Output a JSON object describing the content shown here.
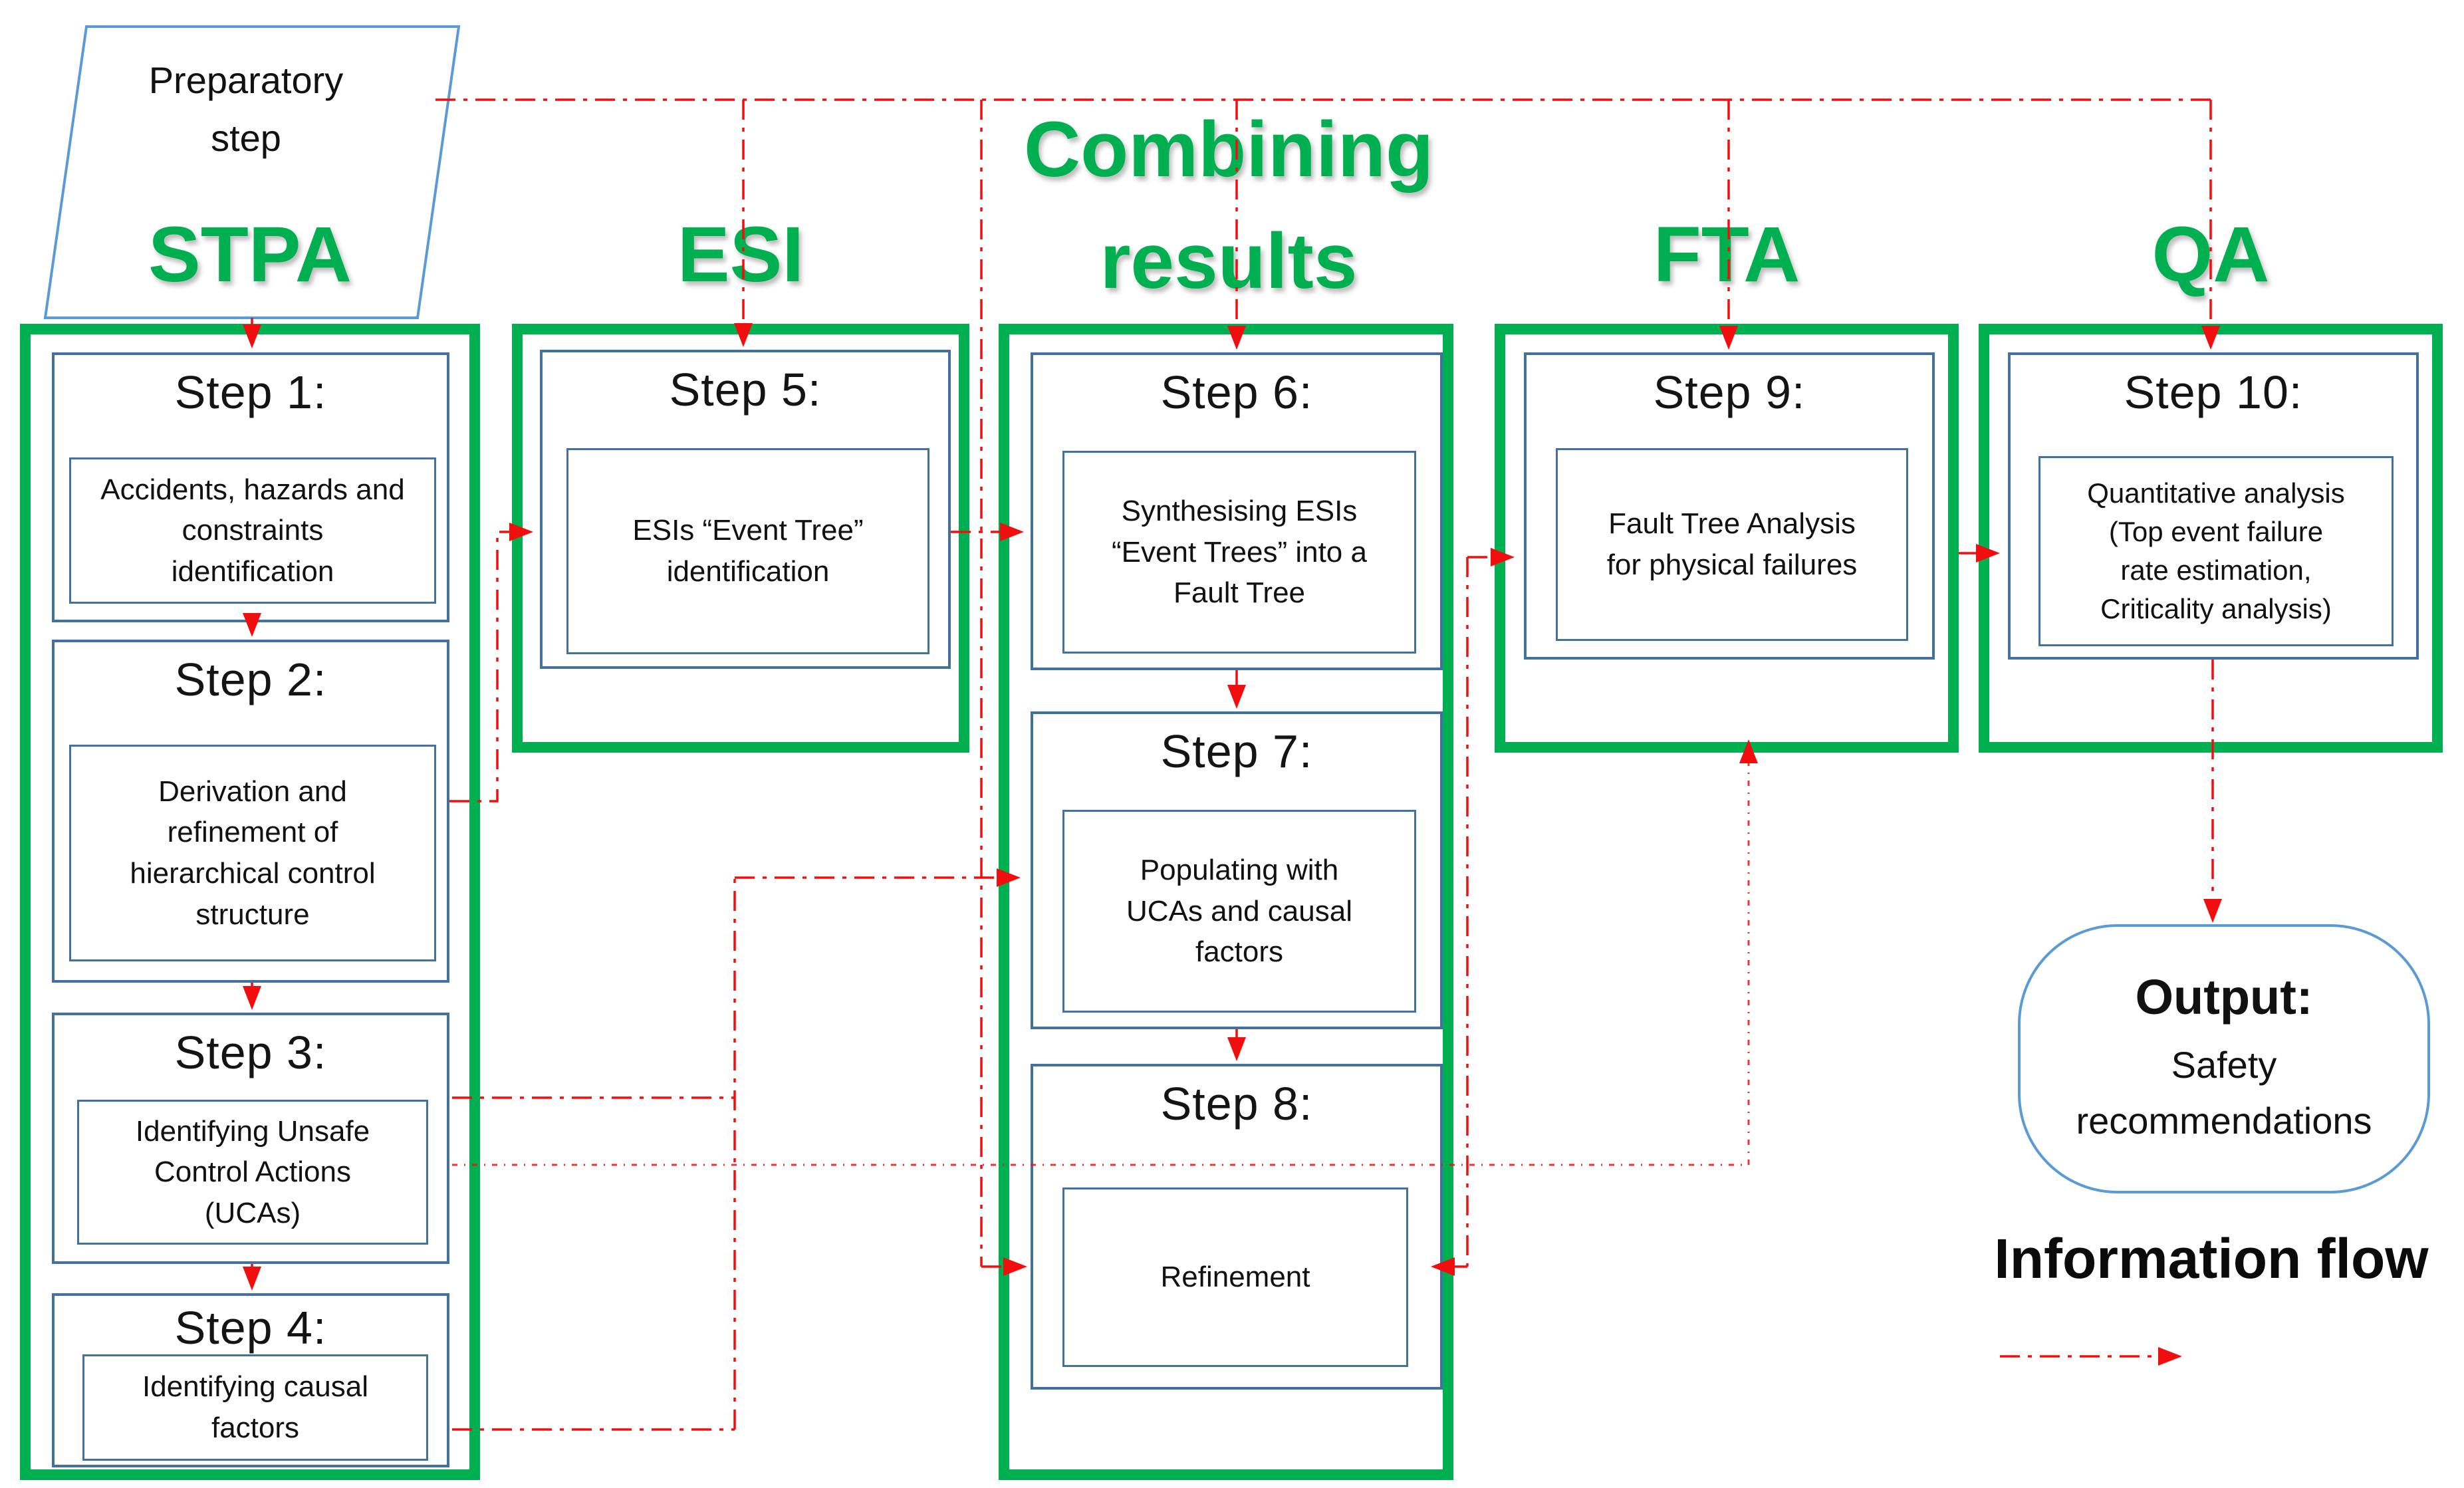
{
  "colors": {
    "green": "#00b050",
    "red": "#f10e0e",
    "border_dark": "#41719c",
    "border_light": "#5b9bd5",
    "text": "#000000"
  },
  "prep": {
    "label": "Preparatory step"
  },
  "groups": [
    {
      "header": "STPA",
      "steps": [
        {
          "title": "Step 1:",
          "body": "Accidents, hazards and\nconstraints\nidentification"
        },
        {
          "title": "Step 2:",
          "body": "Derivation and\nrefinement of\nhierarchical control\nstructure"
        },
        {
          "title": "Step 3:",
          "body": "Identifying Unsafe\nControl Actions\n(UCAs)"
        },
        {
          "title": "Step 4:",
          "body": "Identifying causal\nfactors"
        }
      ]
    },
    {
      "header": "ESI",
      "steps": [
        {
          "title": "Step 5:",
          "body": "ESIs “Event Tree”\nidentification"
        }
      ]
    },
    {
      "header": "Combining results",
      "steps": [
        {
          "title": "Step 6:",
          "body": "Synthesising ESIs\n“Event Trees” into a\nFault Tree"
        },
        {
          "title": "Step 7:",
          "body": "Populating with\nUCAs and causal\nfactors"
        },
        {
          "title": "Step 8:",
          "body": "Refinement"
        }
      ]
    },
    {
      "header": "FTA",
      "steps": [
        {
          "title": "Step 9:",
          "body": "Fault Tree Analysis\nfor physical failures"
        }
      ]
    },
    {
      "header": "QA",
      "steps": [
        {
          "title": "Step 10:",
          "body": "Quantitative analysis\n(Top event failure\nrate estimation,\nCriticality analysis)"
        }
      ]
    }
  ],
  "output": {
    "title": "Output:",
    "body": "Safety\nrecommendations"
  },
  "legend": {
    "label": "Information flow"
  }
}
